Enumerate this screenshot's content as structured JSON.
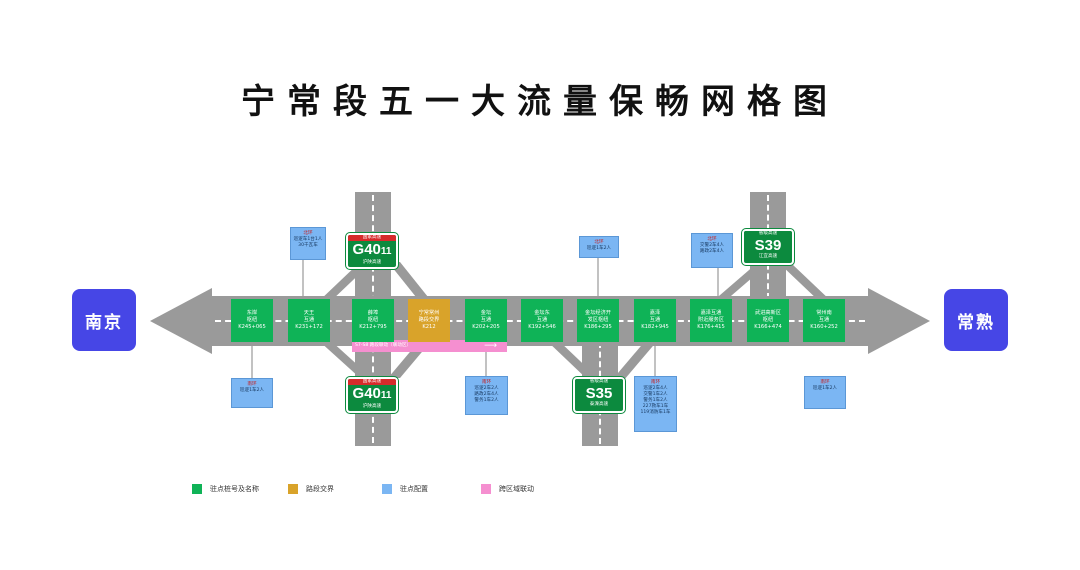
{
  "title": "宁常段五一大流量保畅网格图",
  "cities": {
    "left": "南京",
    "right": "常熟"
  },
  "nodes": [
    {
      "name": "东岸\n枢纽",
      "km": "K245+065",
      "type": "station"
    },
    {
      "name": "天王\n互通",
      "km": "K231+172",
      "type": "station"
    },
    {
      "name": "薛埠\n枢纽",
      "km": "K212+795",
      "type": "station"
    },
    {
      "name": "宁常常州\n路段交界",
      "km": "K212",
      "type": "boundary"
    },
    {
      "name": "金坛\n互通",
      "km": "K202+205",
      "type": "station"
    },
    {
      "name": "金坛东\n互通",
      "km": "K192+546",
      "type": "station"
    },
    {
      "name": "金坛经济开\n发区枢纽",
      "km": "K186+295",
      "type": "station"
    },
    {
      "name": "嘉泽\n互通",
      "km": "K182+945",
      "type": "station"
    },
    {
      "name": "嘉泽互通\n附近服务区",
      "km": "K176+415",
      "type": "station"
    },
    {
      "name": "武进高新区\n枢纽",
      "km": "K166+474",
      "type": "station"
    },
    {
      "name": "常州南\n互通",
      "km": "K160+252",
      "type": "station"
    }
  ],
  "shields": [
    {
      "header": "国家高速",
      "number": "G40",
      "sub": "11",
      "name": "沪陕高速"
    },
    {
      "header": "国家高速",
      "number": "G40",
      "sub": "11",
      "name": "沪陕高速"
    },
    {
      "header": "省级高速",
      "number": "S35",
      "sub": "",
      "name": "泰溧高速"
    },
    {
      "header": "省级高速",
      "number": "S39",
      "sub": "",
      "name": "江宜高速"
    }
  ],
  "notes": [
    {
      "title": "北环",
      "lines": [
        "巡逻车1台1人",
        "30千瓦车"
      ]
    },
    {
      "title": "北环",
      "lines": [
        "巡逻1车2人"
      ]
    },
    {
      "title": "北环",
      "lines": [
        "交警2车4人",
        "路政2车4人"
      ]
    },
    {
      "title": "南环",
      "lines": [
        "巡逻1车2人"
      ]
    },
    {
      "title": "南环",
      "lines": [
        "巡逻2车2人",
        "路政2车4人",
        "警务1车2人"
      ]
    },
    {
      "title": "南环",
      "lines": [
        "巡逻2车4人",
        "交警1车2人",
        "警务1车2人",
        "227救车1车",
        "119消防车1车"
      ]
    },
    {
      "title": "南环",
      "lines": [
        "巡逻1车2人"
      ]
    }
  ],
  "pink_band": {
    "label": "S7-S8 路段联动（联动区）"
  },
  "legend": [
    {
      "label": "驻点桩号及名称",
      "color": "#0fb357"
    },
    {
      "label": "路段交界",
      "color": "#d9a32a"
    },
    {
      "label": "驻点配置",
      "color": "#7bb6f3"
    },
    {
      "label": "跨区域联动",
      "color": "#f58fd0"
    }
  ],
  "colors": {
    "road": "#9a9a9a",
    "station": "#0fb357",
    "boundary": "#d9a32a",
    "city": "#4646e6",
    "shield": "#0c8a3e"
  }
}
